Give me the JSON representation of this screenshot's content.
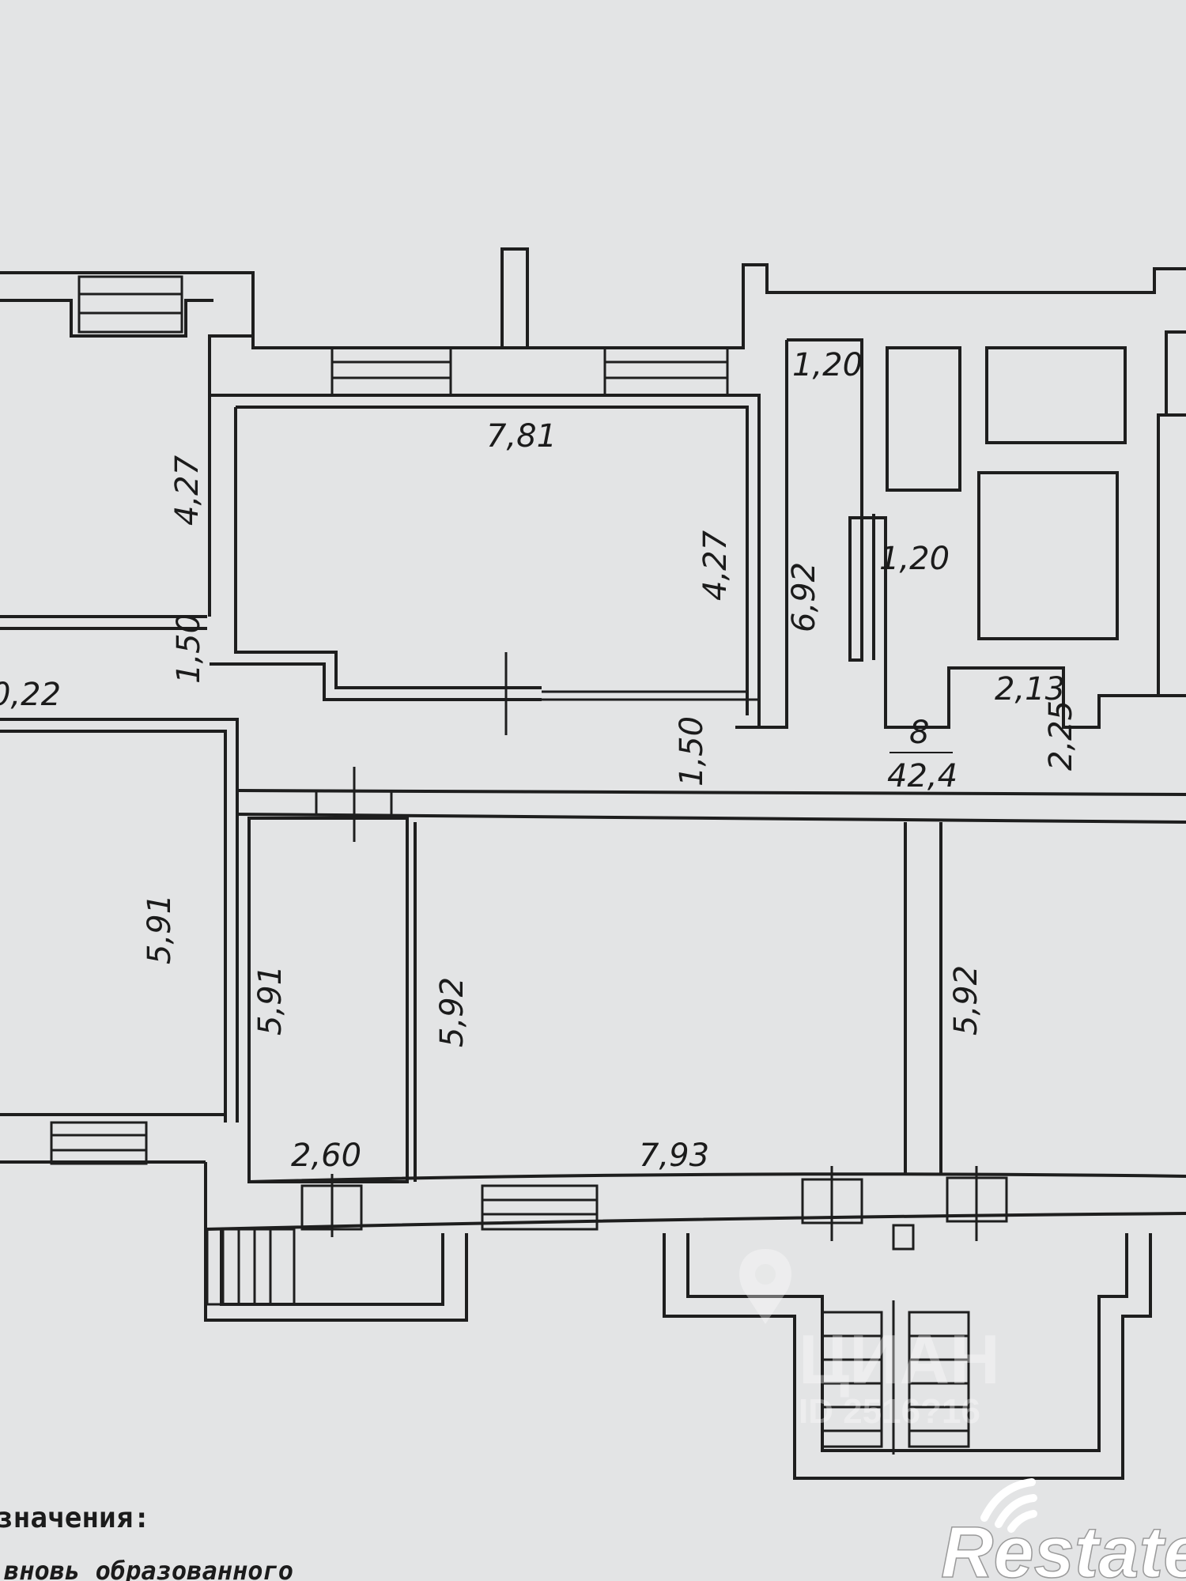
{
  "plan": {
    "dimensions": {
      "top_room_width": "7,81",
      "top_room_height": "4,27",
      "left_room_height": "4,27",
      "corridor_left_width": "1,50",
      "corridor_main_width": "1,50",
      "left_partial": "0,22",
      "narrow_top": "1,20",
      "narrow_mid": "1,20",
      "narrow_height": "6,92",
      "small_room_width": "2,13",
      "small_room_height": "2,25",
      "room_number": "8",
      "room_area": "42,4",
      "bottom_left_height": "5,91",
      "bottom_second_height": "5,91",
      "bottom_mid_height": "5,92",
      "bottom_right_height": "5,92",
      "bottom_small_width": "2,60",
      "bottom_large_width": "7,93"
    },
    "legend_heading": "значения:",
    "legend_line": "вновь образованного"
  },
  "watermark": {
    "text": "ЦИАН",
    "id": "ID 2516?16"
  },
  "brand": {
    "name": "Restate"
  }
}
